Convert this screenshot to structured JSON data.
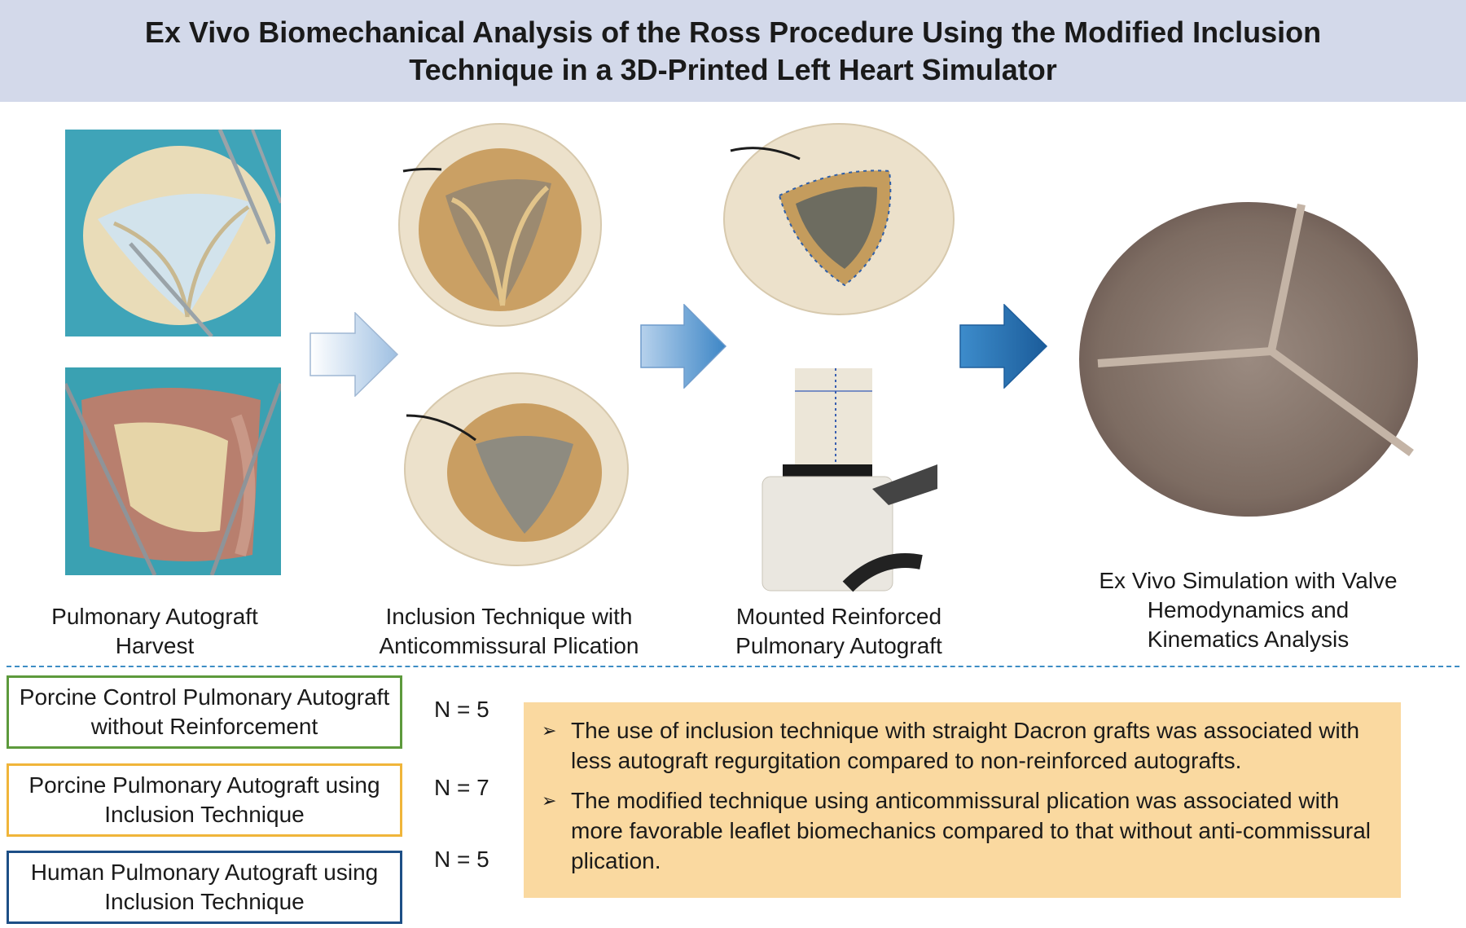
{
  "title": "Ex Vivo Biomechanical Analysis of the Ross Procedure Using the Modified Inclusion Technique in a 3D-Printed Left Heart Simulator",
  "steps": [
    {
      "caption": "Pulmonary Autograft Harvest"
    },
    {
      "caption": "Inclusion Technique with Anticommissural Plication"
    },
    {
      "caption": "Mounted Reinforced Pulmonary Autograft"
    },
    {
      "caption": "Ex Vivo Simulation with Valve Hemodynamics and Kinematics Analysis"
    }
  ],
  "groups": [
    {
      "label": "Porcine Control Pulmonary Autograft without Reinforcement",
      "n": "N = 5",
      "color": "#5d9a3c"
    },
    {
      "label": "Porcine Pulmonary Autograft using Inclusion Technique",
      "n": "N = 7",
      "color": "#f0b53a"
    },
    {
      "label": "Human Pulmonary Autograft using Inclusion Technique",
      "n": "N = 5",
      "color": "#1d4f86"
    }
  ],
  "findings": [
    {
      "bullet": "➢",
      "text": "The use of inclusion technique with straight Dacron grafts was associated with less autograft regurgitation compared to non-reinforced autografts."
    },
    {
      "bullet": "➢",
      "text": "The modified technique using anticommissural plication was associated with more favorable leaflet biomechanics compared to that without anti-commissural plication."
    }
  ],
  "colors": {
    "title_bar": "#d3d9ea",
    "divider": "#3d8dc4",
    "findings_bg": "#fad9a0"
  }
}
